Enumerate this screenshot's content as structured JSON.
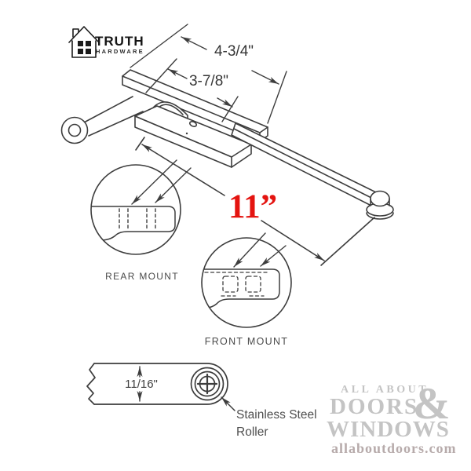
{
  "brand": {
    "name": "TRUTH",
    "sub": "HARDWARE"
  },
  "diagram": {
    "dimensions": {
      "overall_track": "4-3/4\"",
      "mount_spacing": "3-7/8\"",
      "arm_length": "11”",
      "track_height": "11/16\""
    },
    "details": {
      "rear": "REAR MOUNT",
      "front": "FRONT MOUNT"
    },
    "callout": {
      "line1": "Stainless Steel",
      "line2": "Roller"
    },
    "colors": {
      "line": "#3d3d3d",
      "accent_red": "#e41410"
    }
  },
  "watermark": {
    "line1": "ALL ABOUT",
    "line2": "DOORS",
    "amp": "&",
    "line3": "WINDOWS",
    "url": "allaboutdoors.com"
  }
}
